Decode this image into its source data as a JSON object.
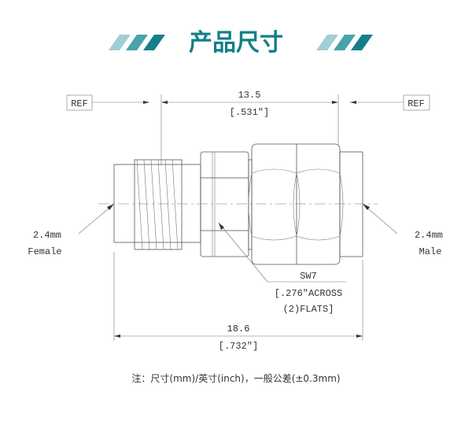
{
  "title": "产品尺寸",
  "colors": {
    "accent": "#137f87",
    "stripe_light": "#9fcfd3",
    "stripe_mid": "#4aa3a9",
    "stripe_dark": "#137f87"
  },
  "dimensions": {
    "ref_left": "REF",
    "ref_right": "REF",
    "top_mm": "13.5",
    "top_in": "[.531\"]",
    "bottom_mm": "18.6",
    "bottom_in": "[.732\"]",
    "wrench_line1": "SW7",
    "wrench_line2": "[.276\"ACROSS",
    "wrench_line3": "(2)FLATS]",
    "left_size": "2.4mm",
    "left_gender": "Female",
    "right_size": "2.4mm",
    "right_gender": "Male"
  },
  "note": "注：尺寸(mm)/英寸(inch)，一般公差(±0.3mm)"
}
